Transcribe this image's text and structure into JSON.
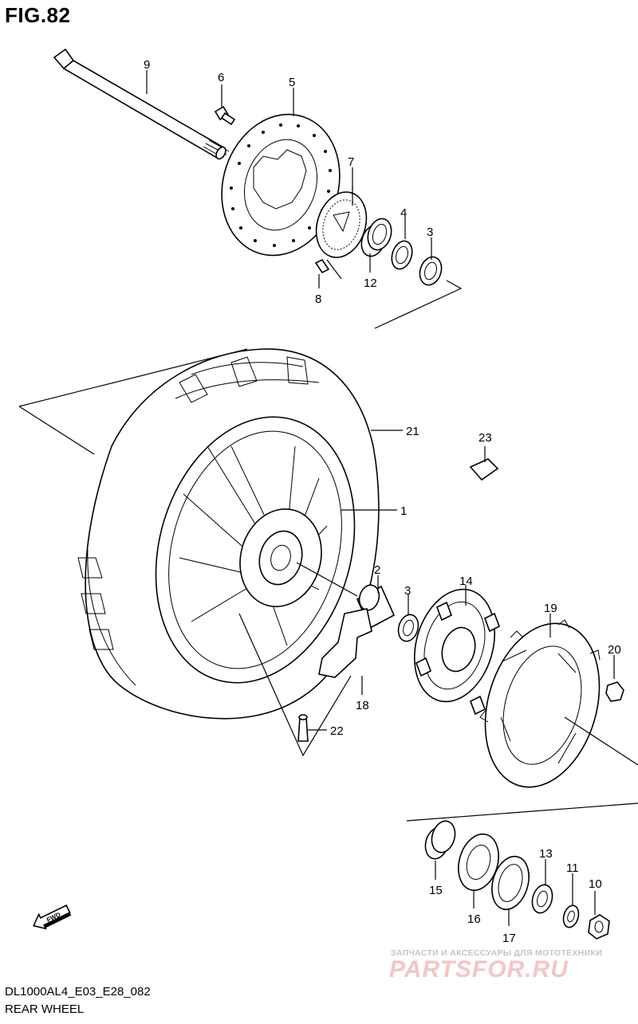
{
  "figure": {
    "title": "FIG.82",
    "model_code": "DL1000AL4_E03_E28_082",
    "caption": "REAR WHEEL",
    "fwd_label": "FWD"
  },
  "watermark": {
    "tagline": "ЗАПЧАСТИ И АКСЕССУАРЫ ДЛЯ МОТОТЕХНИКИ",
    "brand": "PARTSFOR.RU"
  },
  "part_numbers": {
    "p1": "1",
    "p2": "2",
    "p3a": "3",
    "p3b": "3",
    "p4": "4",
    "p5": "5",
    "p6": "6",
    "p7": "7",
    "p8": "8",
    "p9": "9",
    "p10": "10",
    "p11": "11",
    "p12": "12",
    "p13": "13",
    "p14": "14",
    "p15": "15",
    "p16": "16",
    "p17": "17",
    "p18": "18",
    "p19": "19",
    "p20": "20",
    "p21": "21",
    "p22": "22",
    "p23": "23"
  }
}
